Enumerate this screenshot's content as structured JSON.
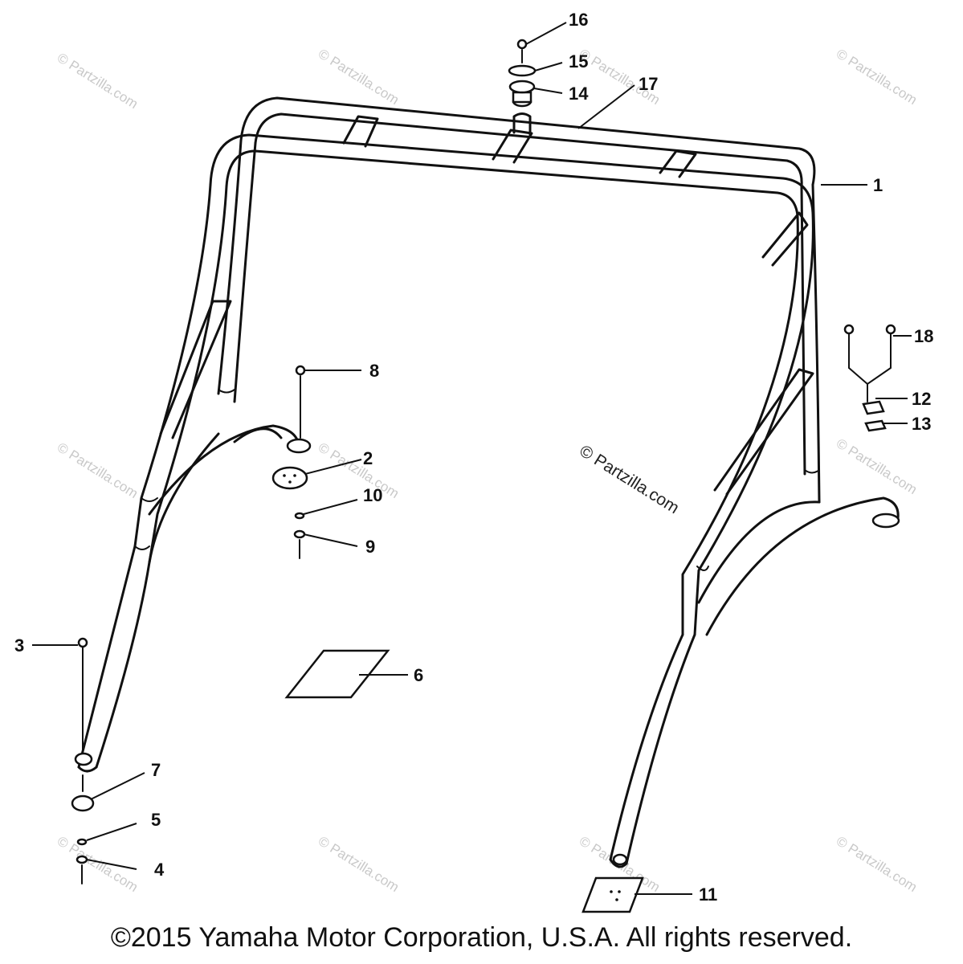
{
  "labels": {
    "p1": "1",
    "p2": "2",
    "p3": "3",
    "p4": "4",
    "p5": "5",
    "p6": "6",
    "p7": "7",
    "p8": "8",
    "p9": "9",
    "p10": "10",
    "p11": "11",
    "p12": "12",
    "p13": "13",
    "p14": "14",
    "p15": "15",
    "p16": "16",
    "p17": "17",
    "p18": "18"
  },
  "watermark": "© Partzilla.com",
  "copyright": "©2015 Yamaha Motor Corporation, U.S.A. All rights reserved.",
  "colors": {
    "ink": "#111111",
    "watermark": "#c9c9c9",
    "background": "#ffffff"
  }
}
